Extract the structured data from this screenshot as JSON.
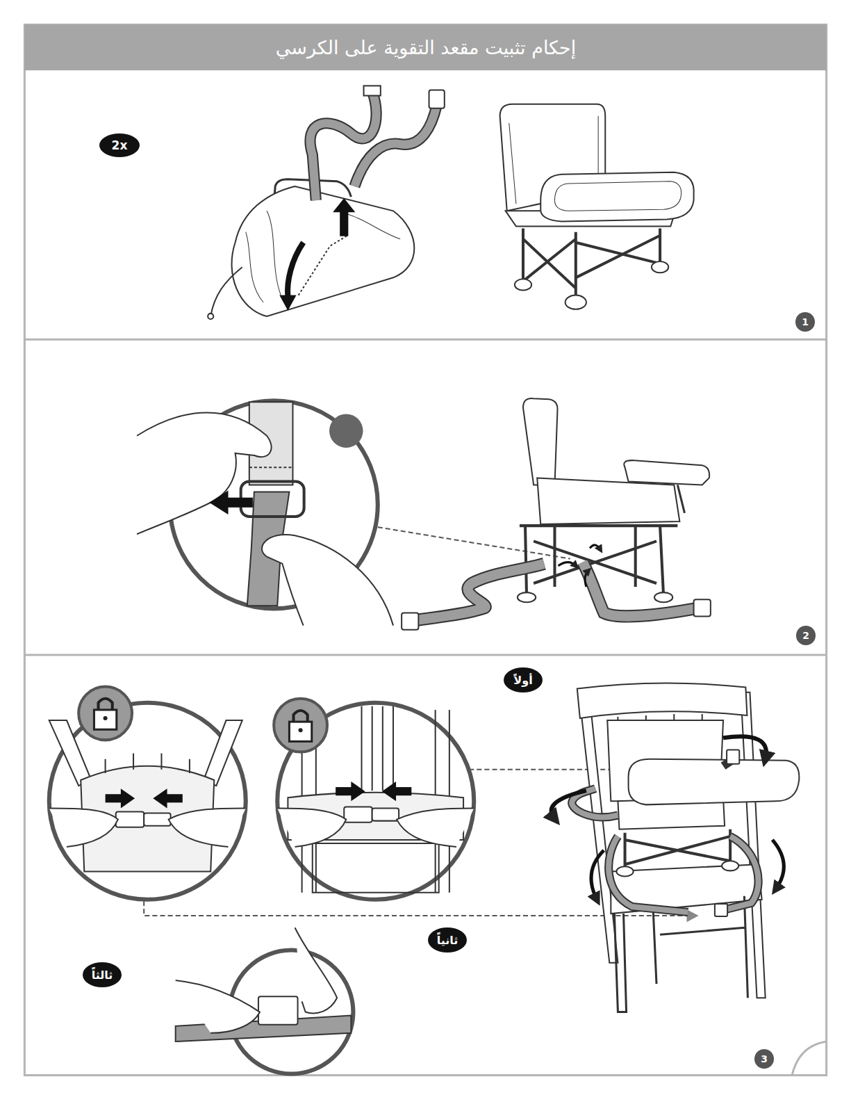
{
  "diagram": {
    "title": "إحكام تثبيت مقعد التقوية على الكرسي",
    "nodes": [
      {
        "text": [
          "2x"
        ]
      },
      {
        "text": [
          "1"
        ]
      },
      {
        "text": [
          "2"
        ]
      },
      {
        "text": [
          "أولاً"
        ]
      },
      {
        "text": [
          "ثانياً"
        ]
      },
      {
        "text": [
          "ثالثاً"
        ]
      },
      {
        "text": [
          "3"
        ]
      }
    ]
  }
}
